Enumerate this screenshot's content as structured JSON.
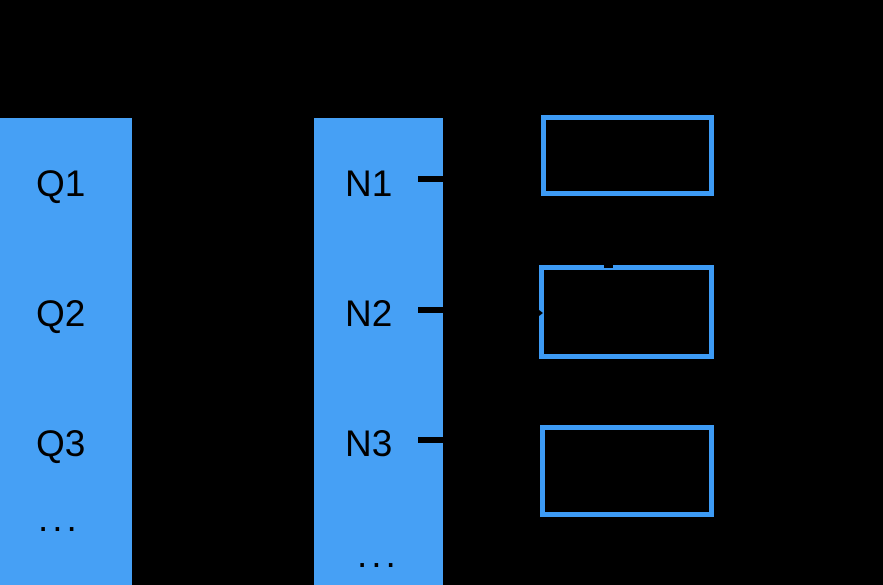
{
  "diagram": {
    "background_color": "#000000",
    "accent_color": "#46a0f5",
    "box_border_color": "#3d9bf5",
    "text_color": "#000000",
    "queue_column": {
      "name": "queue-column",
      "labels": [
        "Q1",
        "Q2",
        "Q3"
      ],
      "ellipsis": "..."
    },
    "node_column": {
      "name": "node-column",
      "labels": [
        "N1",
        "N2",
        "N3"
      ],
      "ellipsis": "..."
    },
    "result_boxes": [
      {
        "label": ""
      },
      {
        "label": ""
      },
      {
        "label": ""
      }
    ],
    "connectors": [
      {
        "from": "N1",
        "to": "result-box-0",
        "style": "line"
      },
      {
        "from": "N2",
        "to": "result-box-1",
        "style": "arrow"
      },
      {
        "from": "N3",
        "to": "result-box-2",
        "style": "line"
      }
    ]
  }
}
